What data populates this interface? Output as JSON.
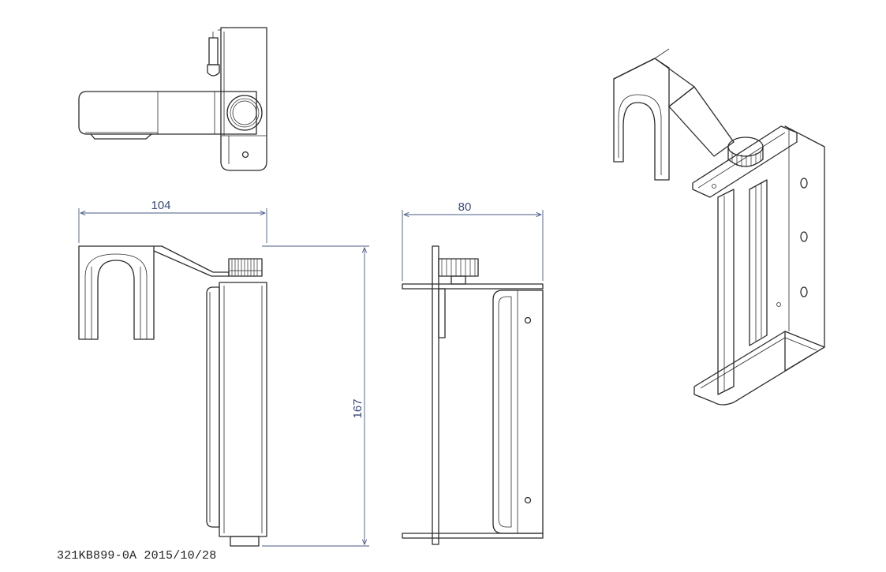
{
  "drawing": {
    "dimensions": {
      "width_top": "104",
      "width_side": "80",
      "height": "167"
    },
    "part_label": "321KB899-0A 2015/10/28",
    "line_color": "#2b2b2b",
    "dimension_color": "#4a5a86"
  }
}
